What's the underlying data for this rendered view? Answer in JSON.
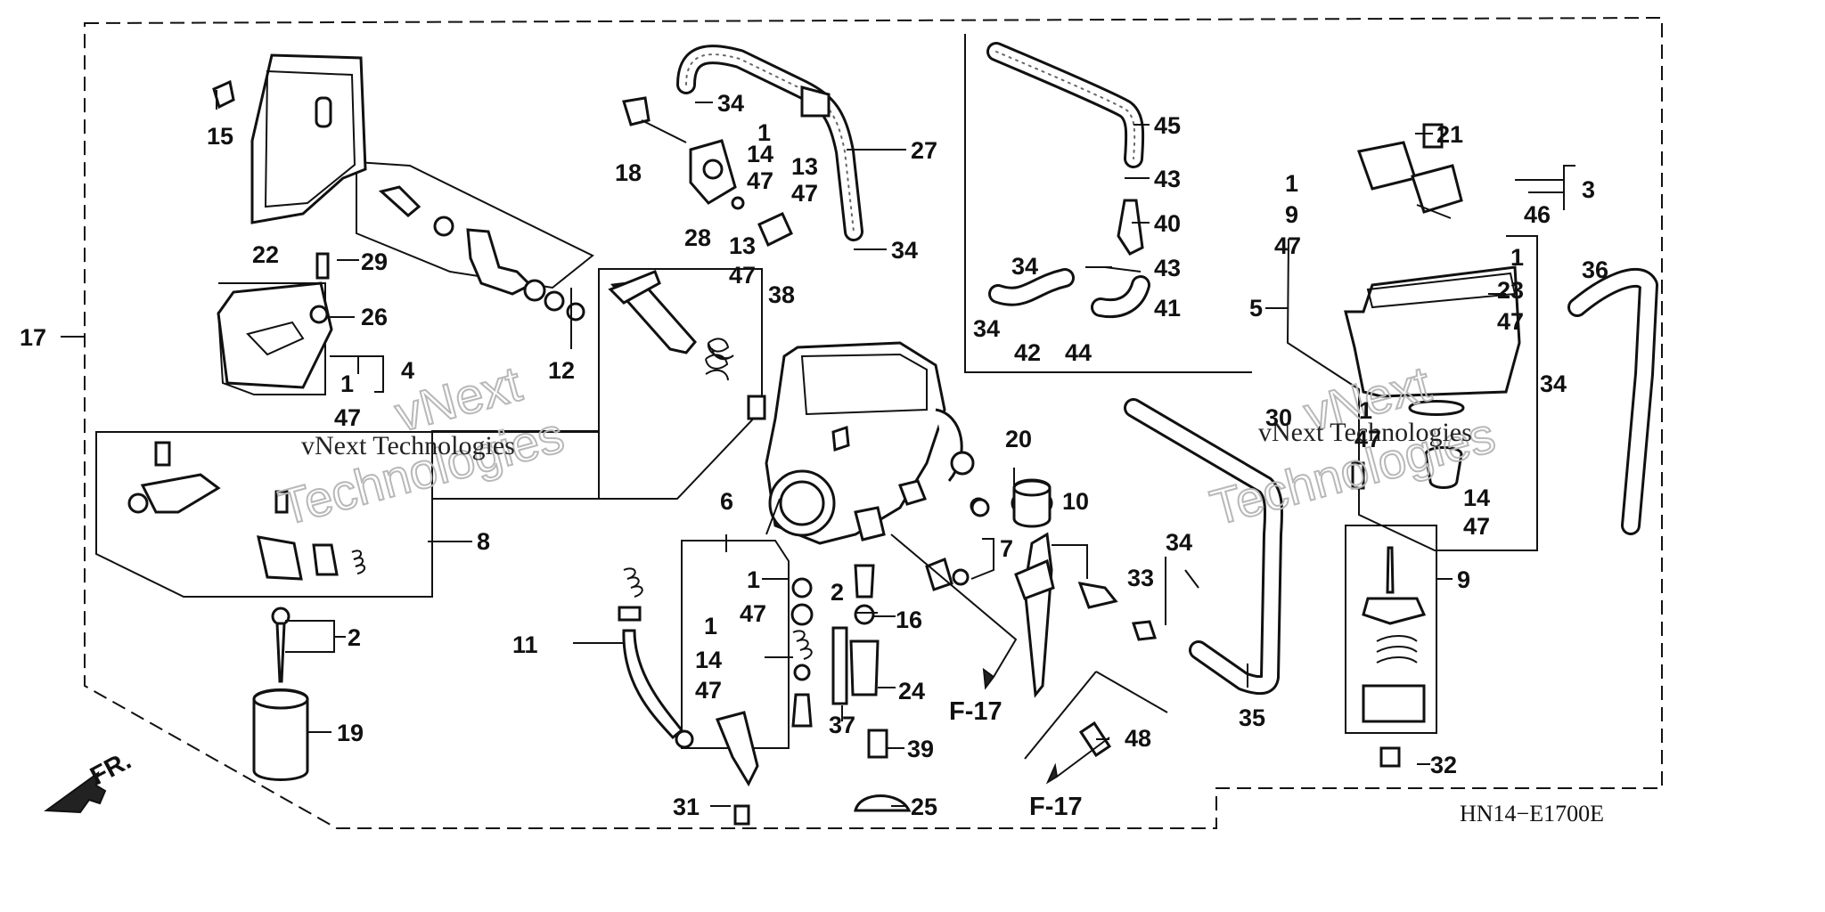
{
  "diagram": {
    "code": "HN14−E1700E",
    "direction_label": "FR.",
    "watermark": {
      "serif_text": "vNext Technologies",
      "outline_lines": [
        "vNext",
        "Technologies"
      ]
    },
    "callouts": [
      {
        "id": "c17",
        "text": "17"
      },
      {
        "id": "c22",
        "text": "22"
      },
      {
        "id": "c15",
        "text": "15"
      },
      {
        "id": "c29",
        "text": "29"
      },
      {
        "id": "c26",
        "text": "26"
      },
      {
        "id": "c4",
        "text": "4"
      },
      {
        "id": "c1a",
        "text": "1"
      },
      {
        "id": "c47a",
        "text": "47"
      },
      {
        "id": "c12",
        "text": "12"
      },
      {
        "id": "c8",
        "text": "8"
      },
      {
        "id": "c2a",
        "text": "2"
      },
      {
        "id": "c19",
        "text": "19"
      },
      {
        "id": "c34a",
        "text": "34"
      },
      {
        "id": "c18",
        "text": "18"
      },
      {
        "id": "c1b",
        "text": "1"
      },
      {
        "id": "c14a",
        "text": "14"
      },
      {
        "id": "c47b",
        "text": "47"
      },
      {
        "id": "c13a",
        "text": "13"
      },
      {
        "id": "c47c",
        "text": "47"
      },
      {
        "id": "c28",
        "text": "28"
      },
      {
        "id": "c13b",
        "text": "13"
      },
      {
        "id": "c47d",
        "text": "47"
      },
      {
        "id": "c38",
        "text": "38"
      },
      {
        "id": "c27",
        "text": "27"
      },
      {
        "id": "c34b",
        "text": "34"
      },
      {
        "id": "c45",
        "text": "45"
      },
      {
        "id": "c43a",
        "text": "43"
      },
      {
        "id": "c40",
        "text": "40"
      },
      {
        "id": "c34c",
        "text": "34"
      },
      {
        "id": "c43b",
        "text": "43"
      },
      {
        "id": "c34d",
        "text": "34"
      },
      {
        "id": "c41",
        "text": "41"
      },
      {
        "id": "c42",
        "text": "42"
      },
      {
        "id": "c44",
        "text": "44"
      },
      {
        "id": "c21",
        "text": "21"
      },
      {
        "id": "c1c",
        "text": "1"
      },
      {
        "id": "c9a",
        "text": "9"
      },
      {
        "id": "c47e",
        "text": "47"
      },
      {
        "id": "c3",
        "text": "3"
      },
      {
        "id": "c46",
        "text": "46"
      },
      {
        "id": "c1d",
        "text": "1"
      },
      {
        "id": "c23",
        "text": "23"
      },
      {
        "id": "c47f",
        "text": "47"
      },
      {
        "id": "c5",
        "text": "5"
      },
      {
        "id": "c36",
        "text": "36"
      },
      {
        "id": "c34e",
        "text": "34"
      },
      {
        "id": "c30",
        "text": "30"
      },
      {
        "id": "c1e",
        "text": "1"
      },
      {
        "id": "c47g",
        "text": "47"
      },
      {
        "id": "c14b",
        "text": "14"
      },
      {
        "id": "c47h",
        "text": "47"
      },
      {
        "id": "c9b",
        "text": "9"
      },
      {
        "id": "c32",
        "text": "32"
      },
      {
        "id": "c20",
        "text": "20"
      },
      {
        "id": "c10",
        "text": "10"
      },
      {
        "id": "c7",
        "text": "7"
      },
      {
        "id": "c34f",
        "text": "34"
      },
      {
        "id": "c33",
        "text": "33"
      },
      {
        "id": "c35",
        "text": "35"
      },
      {
        "id": "c6",
        "text": "6"
      },
      {
        "id": "c1f",
        "text": "1"
      },
      {
        "id": "c47i",
        "text": "47"
      },
      {
        "id": "c2b",
        "text": "2"
      },
      {
        "id": "c16",
        "text": "16"
      },
      {
        "id": "c1g",
        "text": "1"
      },
      {
        "id": "c14c",
        "text": "14"
      },
      {
        "id": "c47j",
        "text": "47"
      },
      {
        "id": "c24",
        "text": "24"
      },
      {
        "id": "c37",
        "text": "37"
      },
      {
        "id": "c39",
        "text": "39"
      },
      {
        "id": "c11",
        "text": "11"
      },
      {
        "id": "c31",
        "text": "31"
      },
      {
        "id": "c25",
        "text": "25"
      },
      {
        "id": "c48",
        "text": "48"
      }
    ],
    "references": [
      {
        "id": "f17a",
        "text": "F-17"
      },
      {
        "id": "f17b",
        "text": "F-17"
      }
    ]
  }
}
